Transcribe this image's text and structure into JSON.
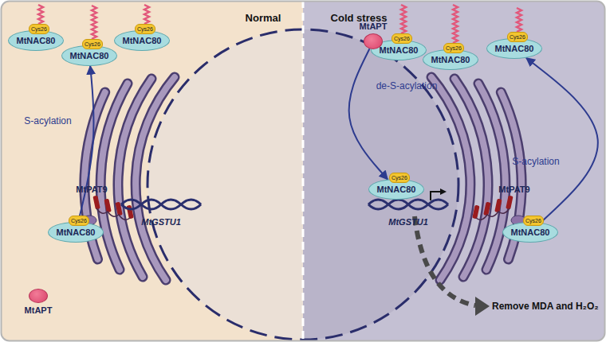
{
  "diagram": {
    "nodes": [
      {
        "text": [
          "Cys26",
          "MtNAC80"
        ]
      },
      {
        "text": [
          "Cys26",
          "MtNAC80"
        ]
      },
      {
        "text": [
          "Cys26",
          "MtNAC80"
        ]
      },
      {
        "text": [
          "MtAPT"
        ]
      },
      {
        "text": [
          "Cys26",
          "MtNAC80"
        ]
      },
      {
        "text": [
          "Cys26",
          "MtNAC80"
        ]
      },
      {
        "text": [
          "Cys26",
          "MtNAC80"
        ]
      },
      {
        "text": [
          "Cys26",
          "MtNAC80"
        ]
      },
      {
        "text": [
          "Cys26",
          "MtNAC80"
        ]
      },
      {
        "text": [
          "Cys26",
          "MtNAC80"
        ]
      },
      {
        "text": [
          "MtAPT"
        ]
      }
    ],
    "edges": [
      {
        "from": 8,
        "to": 1,
        "arrow": "to",
        "label": "S-acylation"
      },
      {
        "from": 3,
        "to": 7,
        "arrow": "to",
        "label": "de-S-acylation"
      },
      {
        "from": 9,
        "to": 6,
        "arrow": "to",
        "label": "S-acylation"
      }
    ],
    "labels": [
      "Normal",
      "Cold stress",
      "MtPAT9",
      "MtGSTU1",
      "MtGSTU1",
      "MtPAT9",
      "Remove MDA and H₂O₂"
    ]
  }
}
